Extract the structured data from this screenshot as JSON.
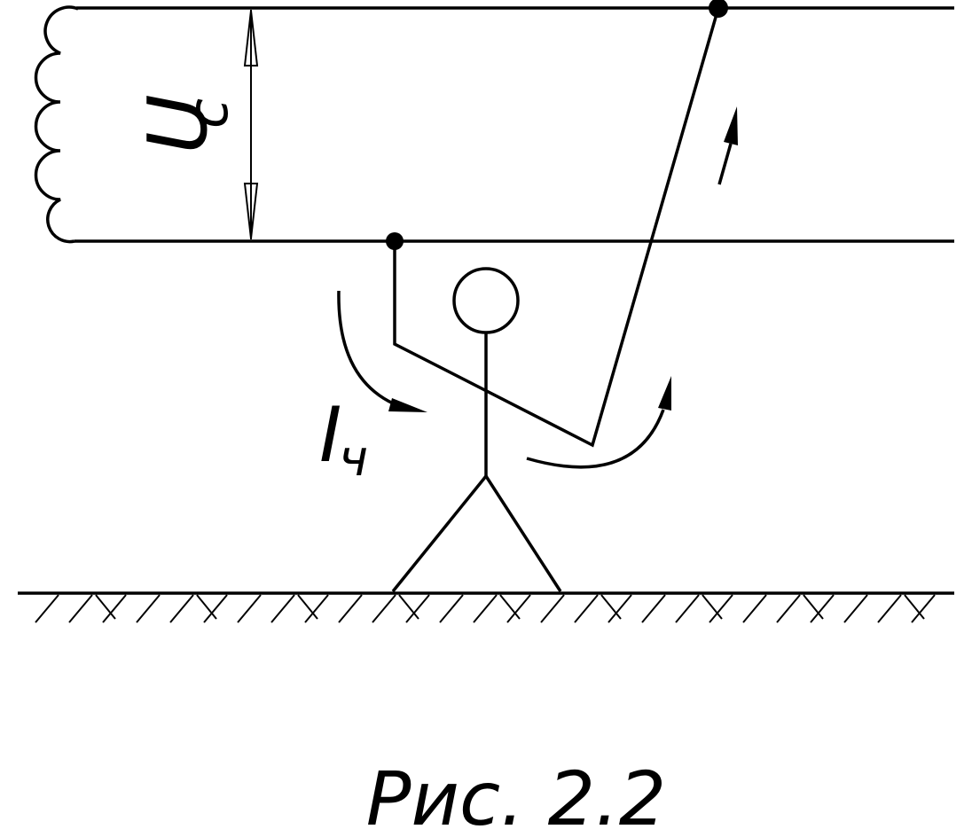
{
  "labels": {
    "voltage_main": "U",
    "voltage_sub": "с",
    "current_main": "I",
    "current_sub": "ч",
    "caption": "Рис. 2.2"
  },
  "colors": {
    "ink": "#000000",
    "background": "#ffffff"
  }
}
